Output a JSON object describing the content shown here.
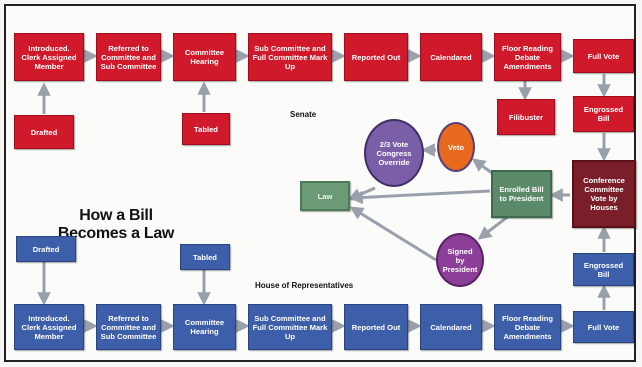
{
  "title_line1": "How a Bill",
  "title_line2": "Becomes a Law",
  "senate_label": "Senate",
  "house_label": "House of Representatives",
  "senate": {
    "drafted": "Drafted",
    "introduced": "Introduced. Clerk Assigned Member",
    "referred": "Referred to Committee and Sub Committee",
    "committee_hearing": "Committee Hearing",
    "tabled": "Tabled",
    "markup": "Sub Committee and Full Committee Mark Up",
    "reported_out": "Reported Out",
    "calendared": "Calendared",
    "floor_reading": "Floor Reading Debate Amendments",
    "filibuster": "Filibuster",
    "full_vote": "Full Vote",
    "engrossed_bill": "Engrossed Bill"
  },
  "house": {
    "drafted": "Drafted",
    "introduced": "Introduced. Clerk Assigned Member",
    "referred": "Referred to Committee and Sub Committee",
    "committee_hearing": "Committee Hearing",
    "tabled": "Tabled",
    "markup": "Sub Committee and Full Committee Mark Up",
    "reported_out": "Reported Out",
    "calendared": "Calendared",
    "floor_reading": "Floor Reading Debate Amendments",
    "full_vote": "Full Vote",
    "engrossed_bill": "Engrossed Bill"
  },
  "center": {
    "conference": "Conference Committee Vote by Houses",
    "enrolled": "Enrolled Bill to President",
    "veto": "Veto",
    "override": "2/3 Vote Congress Override",
    "signed": "Signed by President",
    "law": "Law"
  },
  "colors": {
    "senate_box": "#d0192b",
    "house_box": "#3d5fa9",
    "arrow": "#9aa0ab",
    "veto": "#e86a1f",
    "override": "#7a5ea8",
    "signed": "#8b3f98",
    "law": "#6a9a76",
    "enrolled": "#5a8a6a",
    "conference": "#7a1f2a"
  }
}
